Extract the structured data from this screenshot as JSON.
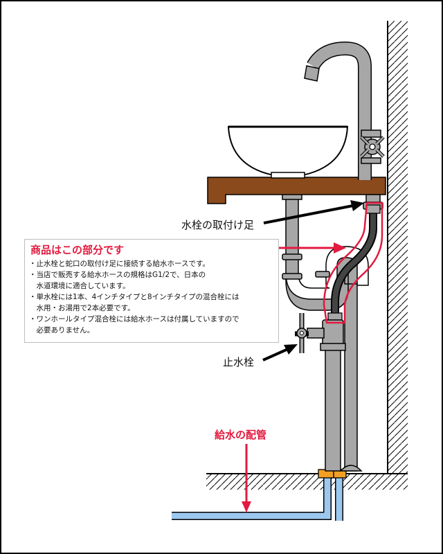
{
  "labels": {
    "mounting_foot": "水栓の取付け足",
    "product_part": "商品はこの部分です",
    "stop_valve": "止水栓",
    "supply_pipe": "給水の配管"
  },
  "notes": [
    "・止水栓と蛇口の取付け足に接続する給水ホースです。",
    "・当店で販売する給水ホースの規格はG1/2で、日本の\n　水道環境に適合しています。",
    "・単水栓には1本、4インチタイプと8インチタイプの混合栓には\n　水用・お湯用で2本必要です。",
    "・ワンホールタイプ混合栓には給水ホースは付属していますので\n　必要ありません。"
  ],
  "colors": {
    "highlight_red": "#e3193f",
    "pipe_gray": "#a7a7a7",
    "counter_brown": "#8a4a1c",
    "water_blue": "#9cc8ee",
    "fitting_orange": "#f2a024",
    "hose_dark": "#444444"
  }
}
